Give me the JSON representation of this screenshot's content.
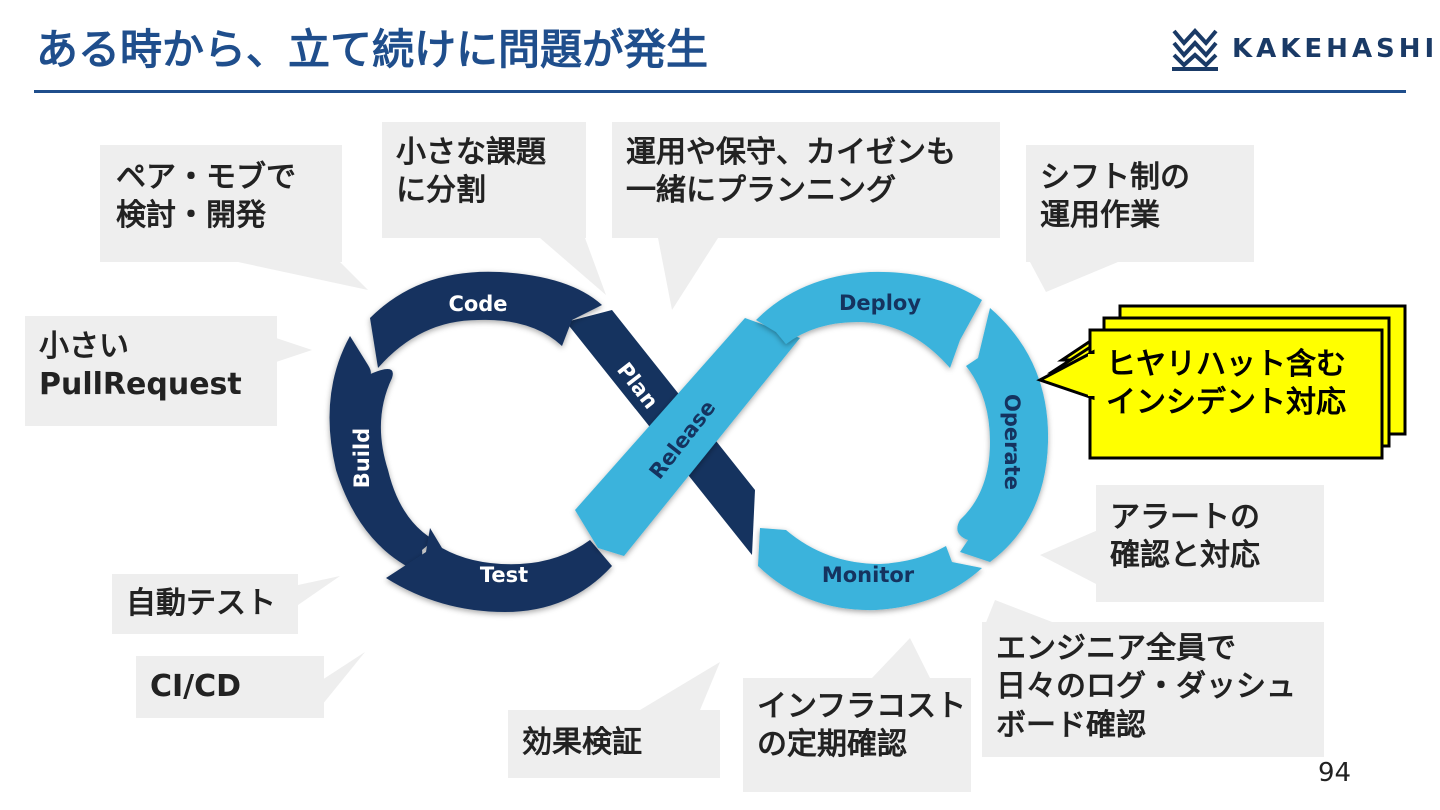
{
  "header": {
    "title": "ある時から、立て続けに問題が発生",
    "logo_text": "KAKEHASHI"
  },
  "loop": {
    "left_segments": [
      "Code",
      "Build",
      "Test",
      "Plan"
    ],
    "right_segments": [
      "Deploy",
      "Operate",
      "Monitor",
      "Release"
    ]
  },
  "callouts": {
    "pair_mob": [
      "ペア・モブで",
      "検討・開発"
    ],
    "small_tasks": [
      "小さな課題",
      "に分割"
    ],
    "planning": [
      "運用や保守、カイゼンも",
      "一緒にプランニング"
    ],
    "shift": [
      "シフト制の",
      "運用作業"
    ],
    "small_pr": [
      "小さい",
      "PullRequest"
    ],
    "incident": [
      "ヒヤリハット含む",
      "インシデント対応"
    ],
    "alert": [
      "アラートの",
      "確認と対応"
    ],
    "auto_test": [
      "自動テスト"
    ],
    "cicd": [
      "CI/CD"
    ],
    "effect": [
      "効果検証"
    ],
    "infra_cost": [
      "インフラコスト",
      "の定期確認"
    ],
    "all_engineers": [
      "エンジニア全員で",
      "日々のログ・ダッシュ",
      "ボード確認"
    ]
  },
  "page_number": "94",
  "colors": {
    "title": "#1f4e8c",
    "dark_loop": "#15335f",
    "light_loop": "#3ab3dc",
    "callout_bg": "#eeeeee",
    "highlight": "#ffff00"
  }
}
